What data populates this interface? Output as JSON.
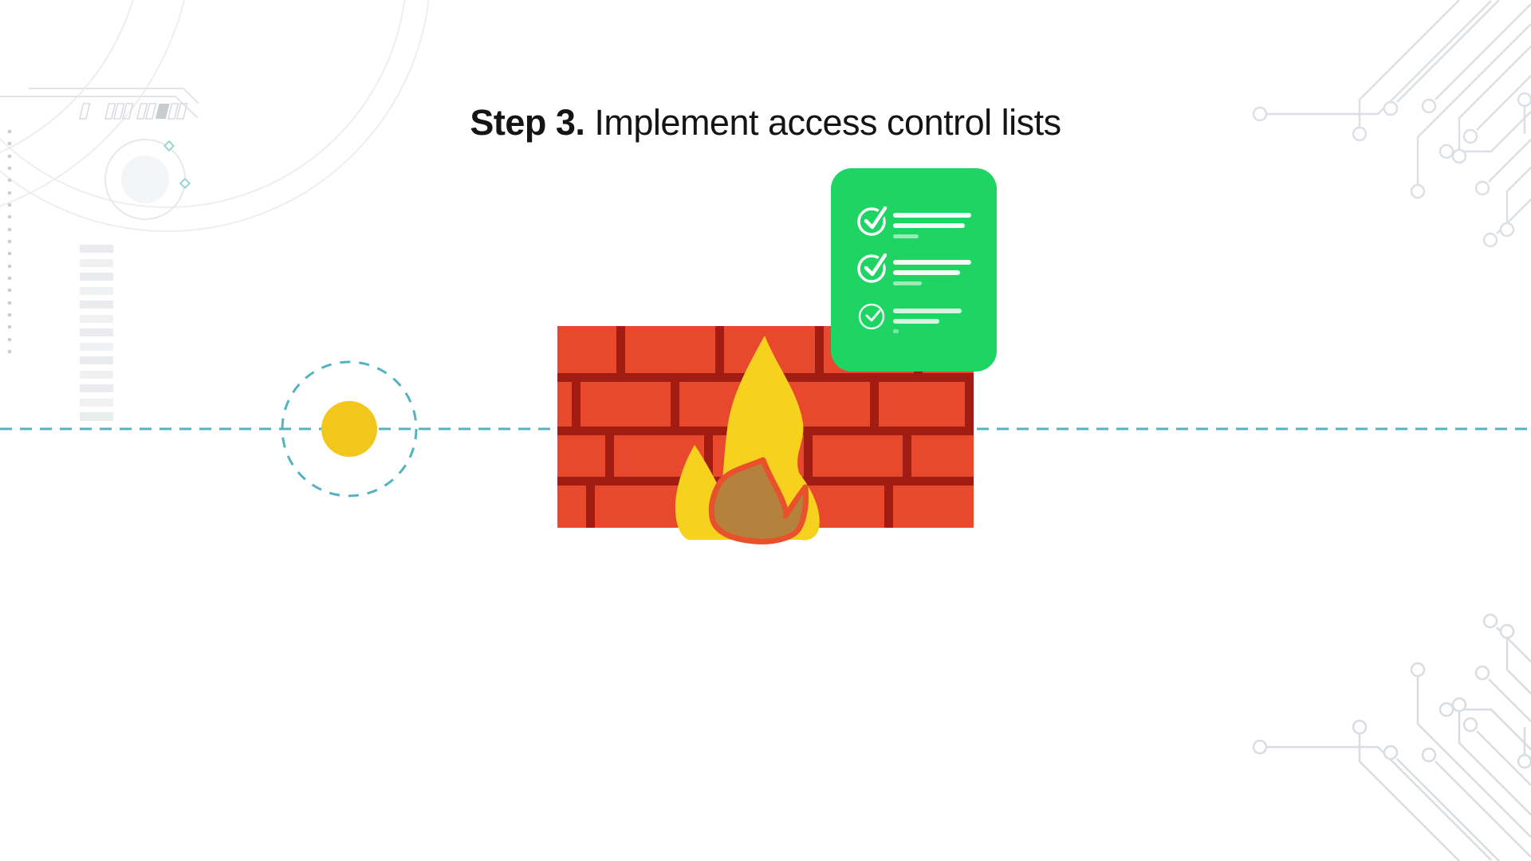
{
  "title": {
    "prefix": "Step 3.",
    "text": " Implement access control lists"
  },
  "step_number": "3",
  "theme": {
    "card_green": "#1ed563",
    "brick_red": "#e8482c",
    "mortar_red": "#a11c12",
    "flame_yellow": "#f6d21f",
    "flame_inner_tan": "#b5823d",
    "flame_inner_stroke": "#e8512c",
    "dot_yellow": "#f2c71b",
    "teal": "#54b2c2",
    "deco_gray": "#e3e6e9",
    "deco_gray_dark": "#c8ccd1",
    "title_color": "#141414"
  },
  "checklist": {
    "rows": [
      {
        "icon": "check-circle-icon",
        "state": "checked"
      },
      {
        "icon": "check-circle-icon",
        "state": "checked"
      },
      {
        "icon": "check-circle-thin-icon",
        "state": "checked-light"
      }
    ]
  },
  "icons": {
    "illustration": "firewall-flame-icon",
    "timeline_marker": "timeline-node-dot",
    "corner_decor": "circuit-pattern-icon"
  }
}
